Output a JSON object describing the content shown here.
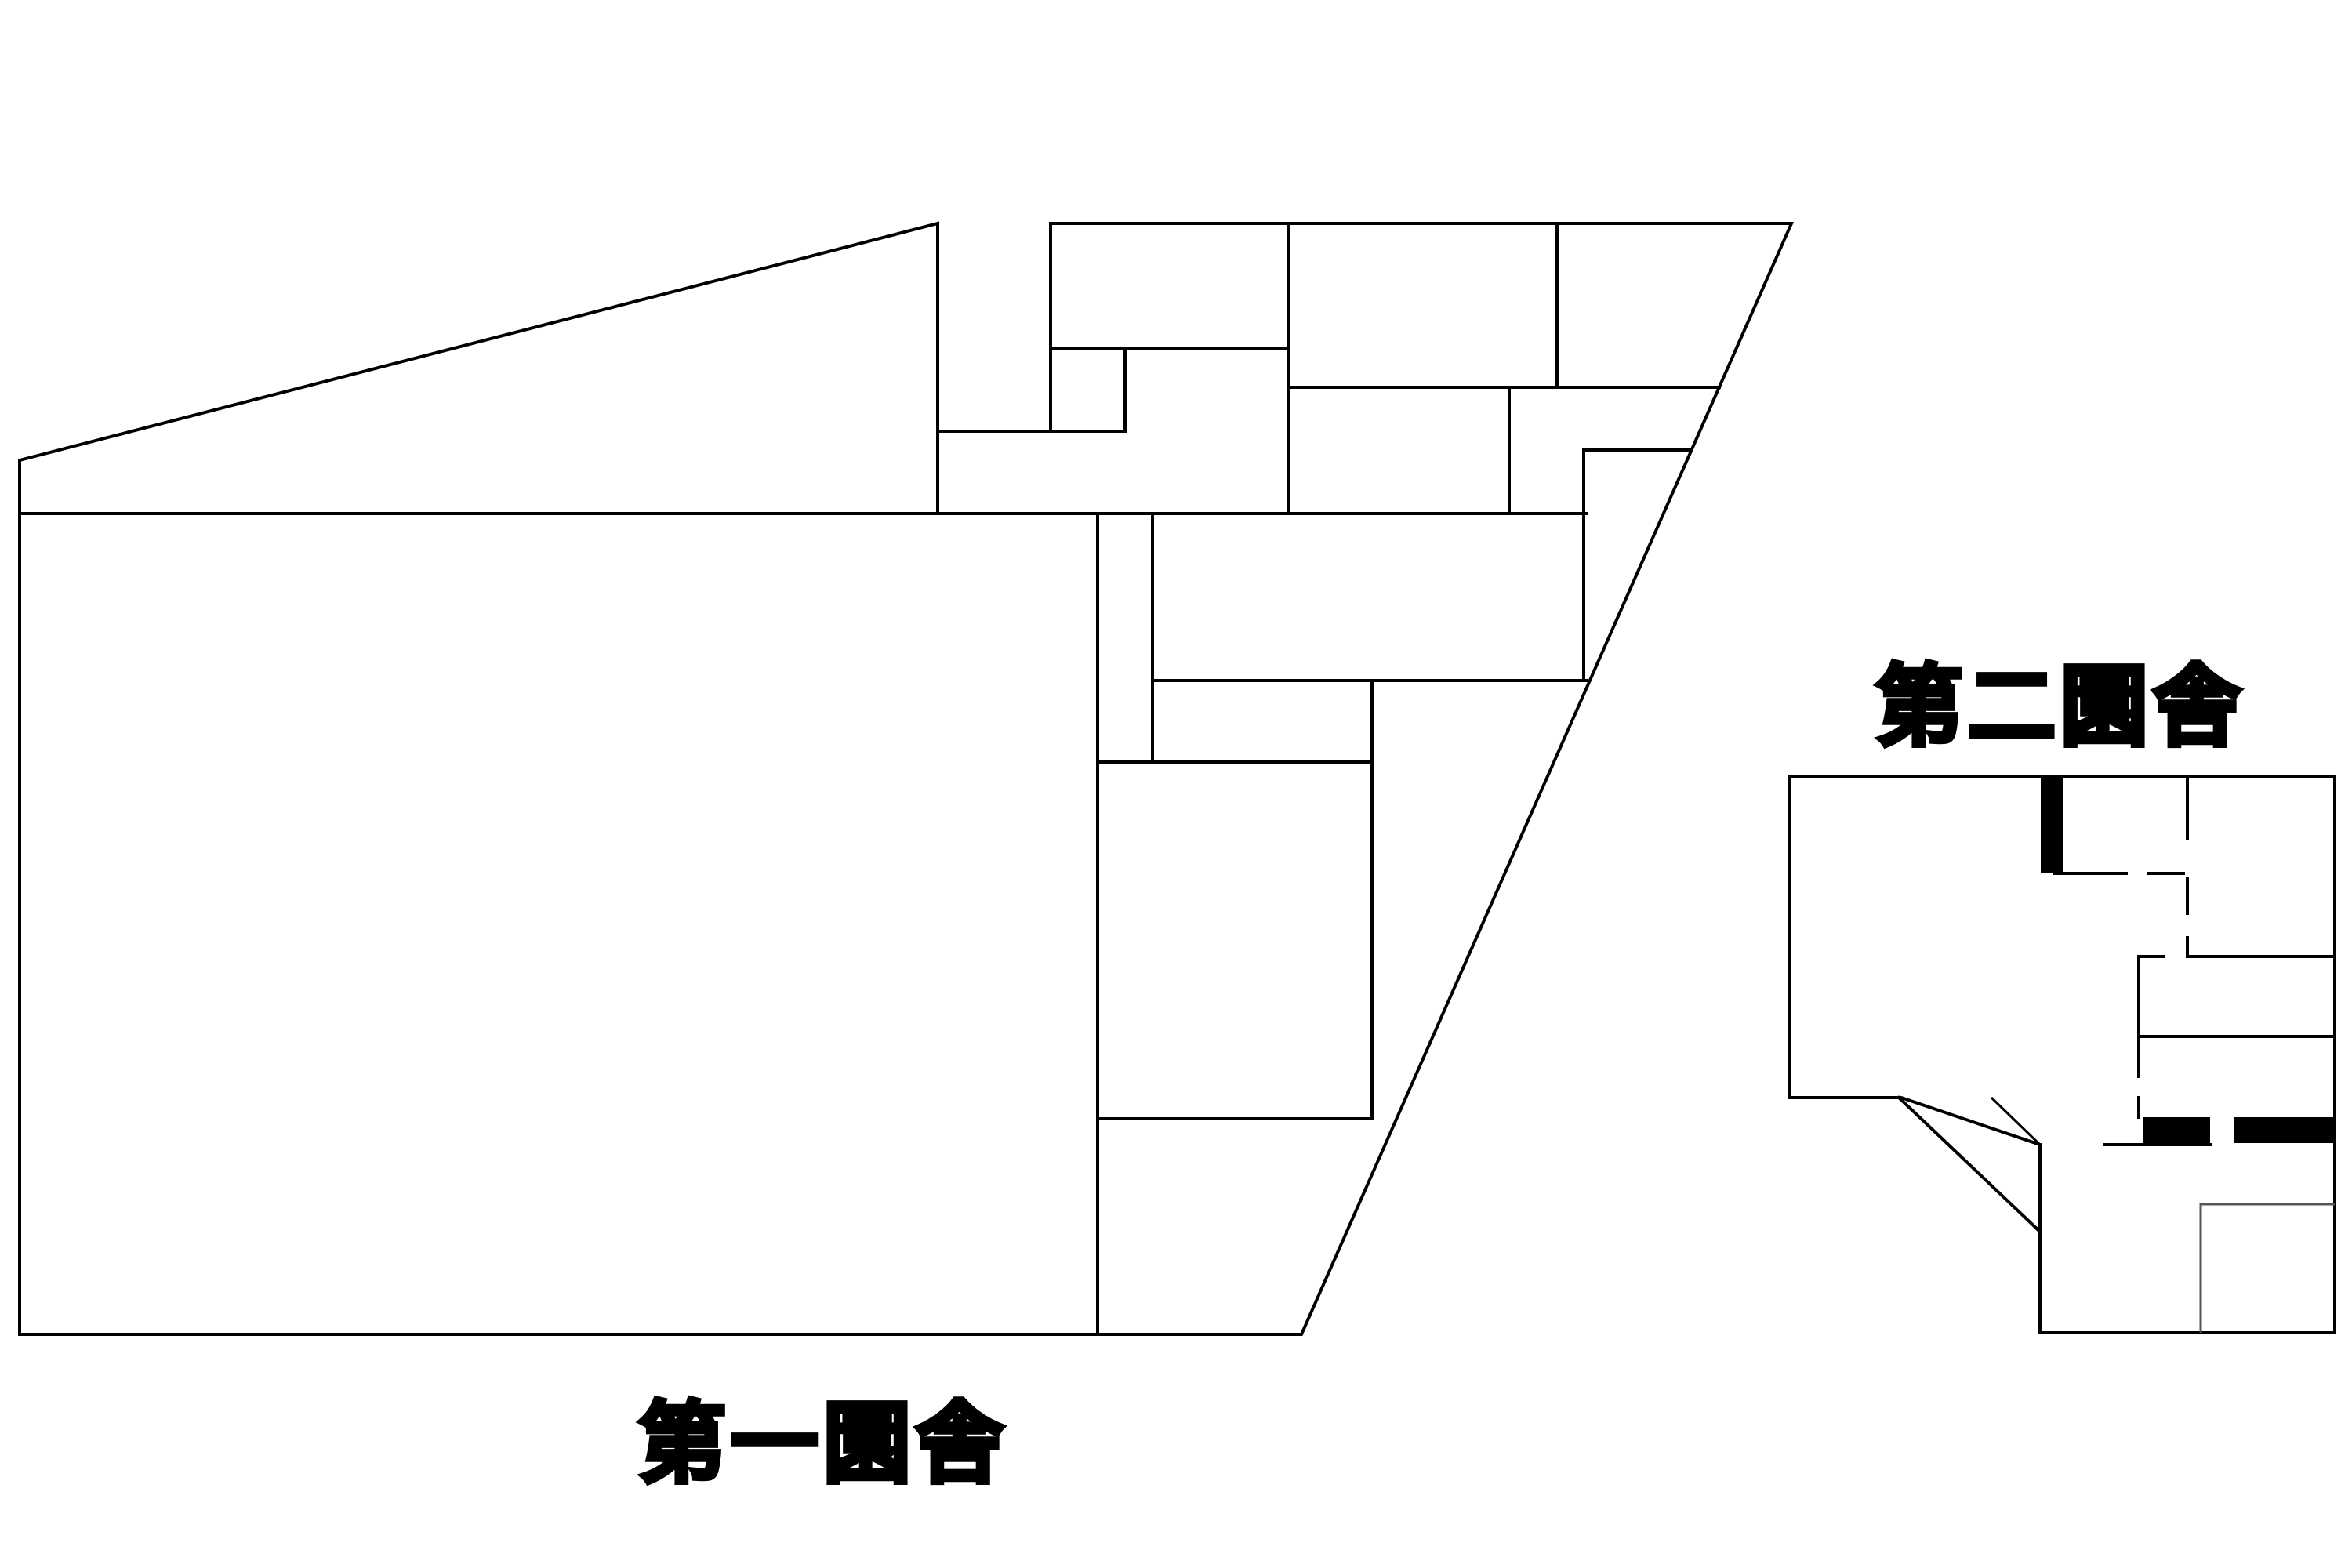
{
  "buildings": [
    {
      "id": "building-1",
      "label": "第一園舎"
    },
    {
      "id": "building-2",
      "label": "第二園舎"
    }
  ],
  "colors": {
    "background": "#ffffff",
    "wall": "#000000",
    "inner_wall_grey": "#555555"
  }
}
